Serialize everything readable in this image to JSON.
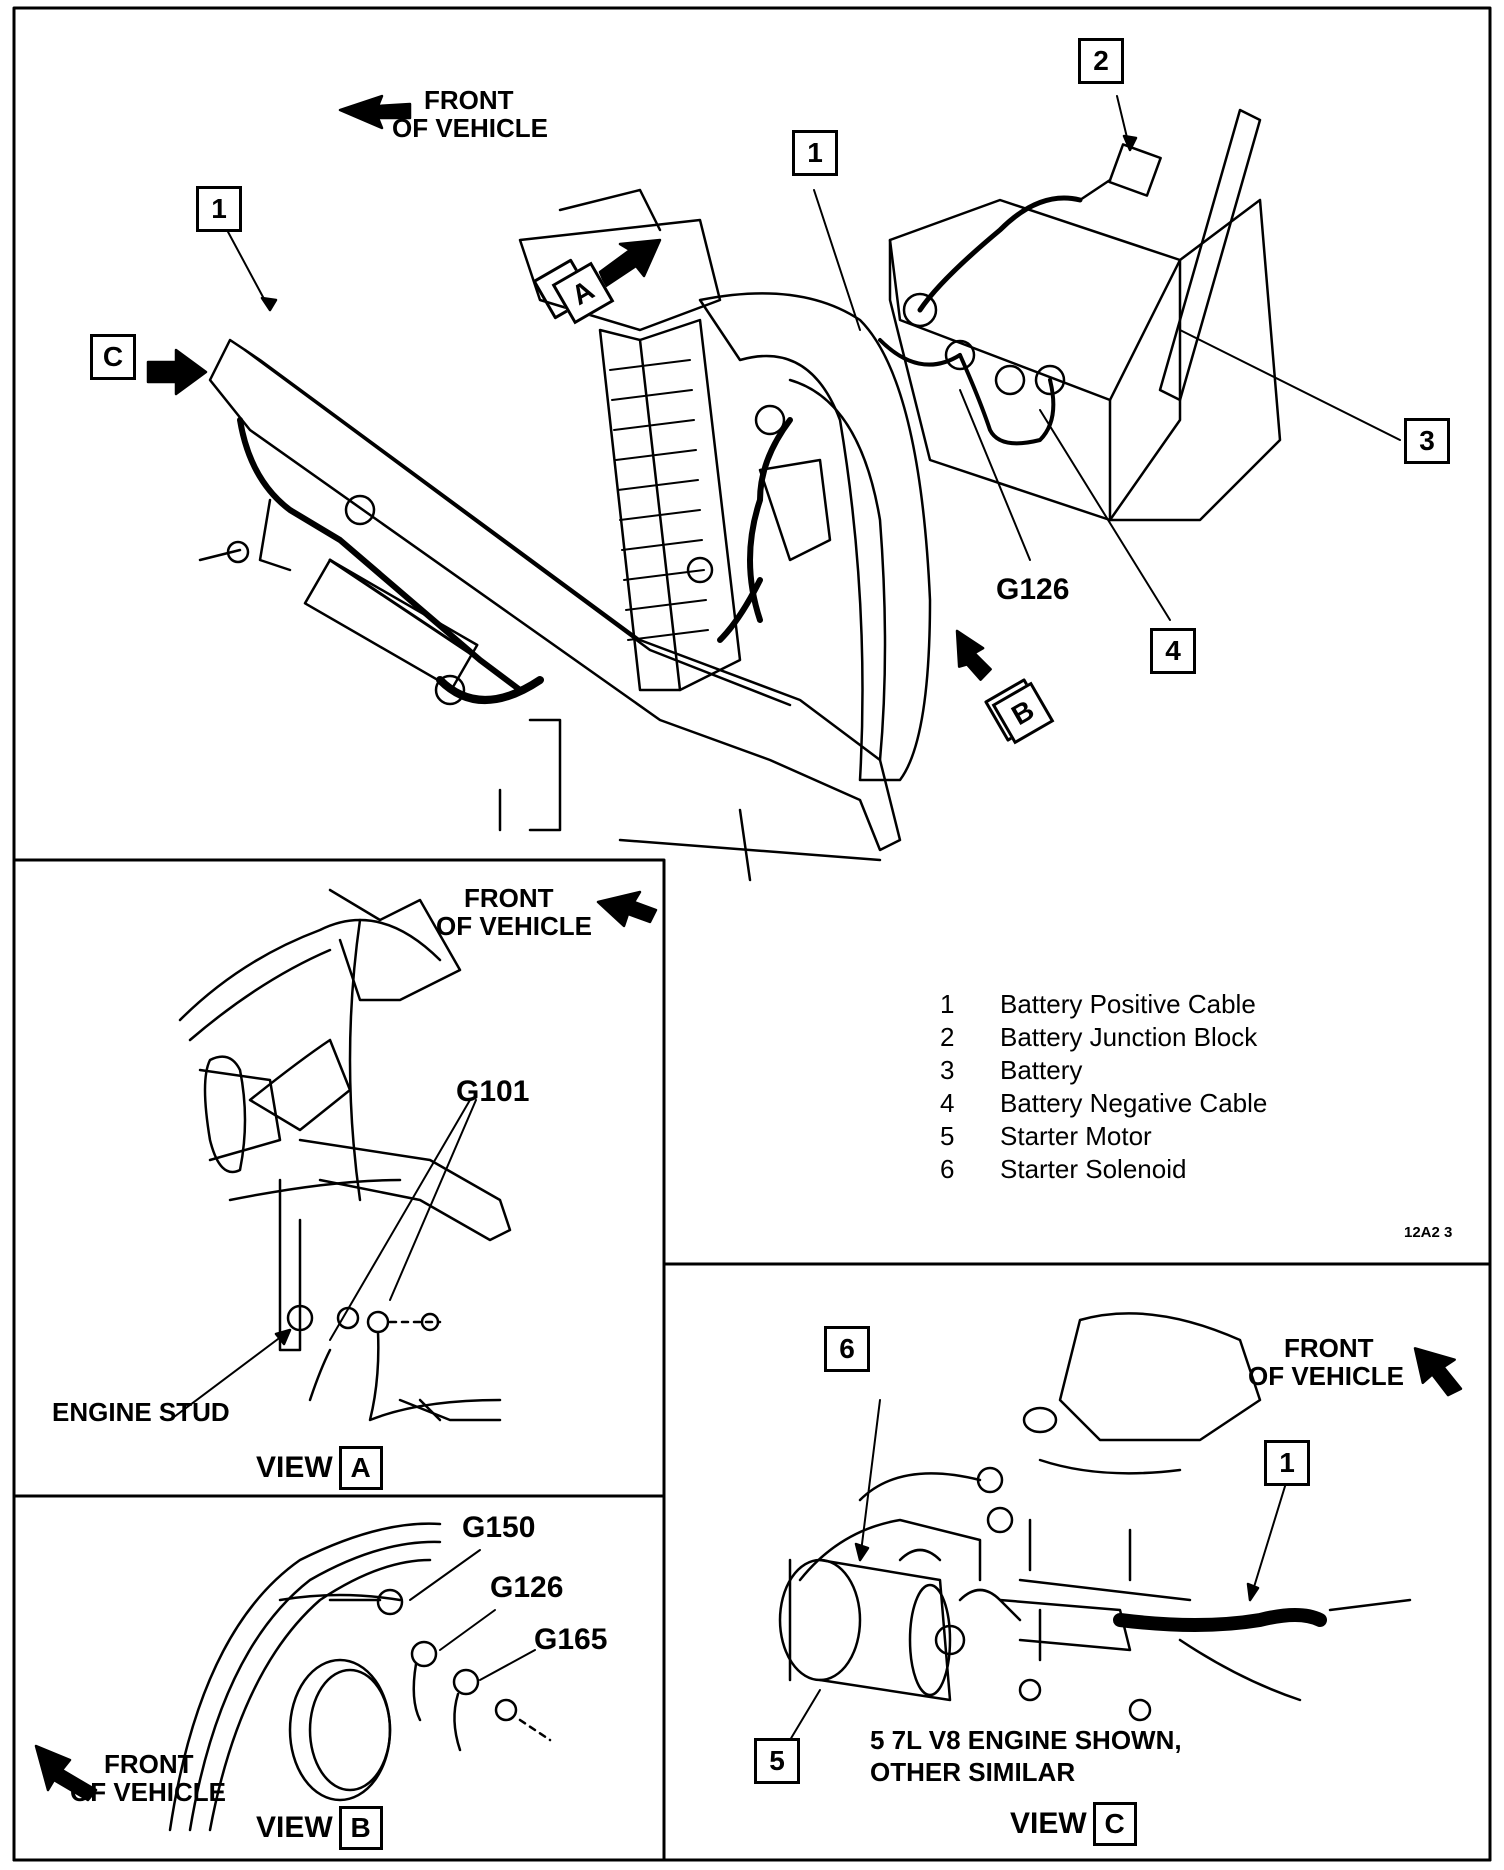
{
  "main": {
    "front_line1": "FRONT",
    "front_line2": "OF VEHICLE",
    "callouts": {
      "c1a": "1",
      "c1b": "1",
      "c2": "2",
      "c3": "3",
      "c4": "4"
    },
    "view_markers": {
      "a": "A",
      "b": "B",
      "c": "C"
    },
    "ground_label": "G126"
  },
  "legend": {
    "items": [
      {
        "num": "1",
        "label": "Battery Positive Cable"
      },
      {
        "num": "2",
        "label": "Battery Junction Block"
      },
      {
        "num": "3",
        "label": "Battery"
      },
      {
        "num": "4",
        "label": "Battery Negative Cable"
      },
      {
        "num": "5",
        "label": "Starter Motor"
      },
      {
        "num": "6",
        "label": "Starter Solenoid"
      }
    ],
    "figure_code": "12A2 3"
  },
  "view_a": {
    "front_line1": "FRONT",
    "front_line2": "OF VEHICLE",
    "ground_label": "G101",
    "stud_label": "ENGINE STUD",
    "title": "VIEW",
    "letter": "A"
  },
  "view_b": {
    "g150": "G150",
    "g126": "G126",
    "g165": "G165",
    "front_line1": "FRONT",
    "front_line2": "OF VEHICLE",
    "title": "VIEW",
    "letter": "B"
  },
  "view_c": {
    "front_line1": "FRONT",
    "front_line2": "OF VEHICLE",
    "callouts": {
      "c6": "6",
      "c1": "1",
      "c5": "5"
    },
    "note_line1": "5 7L V8 ENGINE SHOWN,",
    "note_line2": "OTHER SIMILAR",
    "title": "VIEW",
    "letter": "C"
  }
}
